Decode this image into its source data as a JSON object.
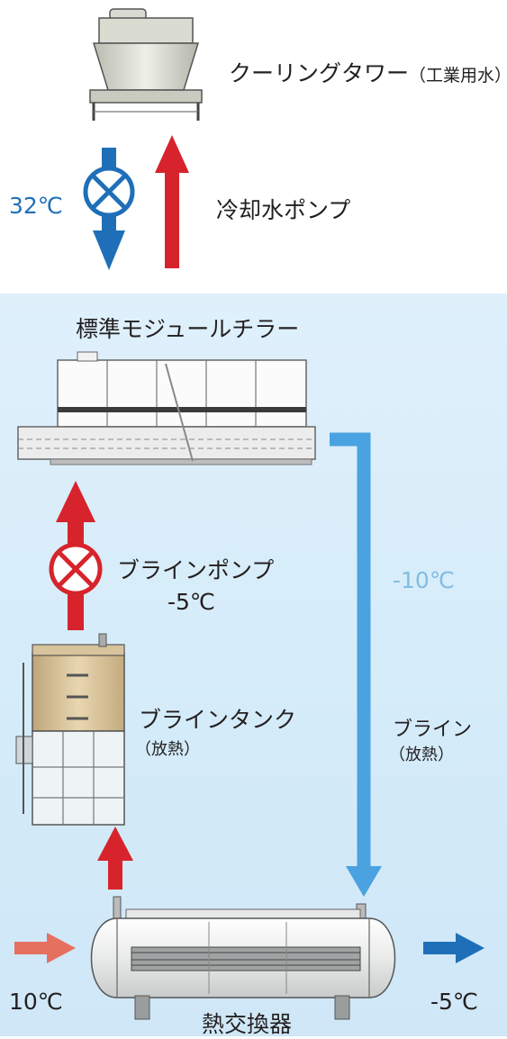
{
  "cooling_tower": {
    "label": "クーリングタワー",
    "sub_label": "（工業用水）"
  },
  "cooling_water": {
    "temp": "32℃",
    "pump_label": "冷却水ポンプ"
  },
  "chiller": {
    "label": "標準モジュールチラー"
  },
  "brine_pump": {
    "label": "ブラインポンプ",
    "temp": "-5℃"
  },
  "brine_tank": {
    "label": "ブラインタンク",
    "sub_label": "（放熱）"
  },
  "brine_line": {
    "temp": "-10℃",
    "label": "ブライン",
    "sub_label": "（放熱）"
  },
  "heat_exchanger": {
    "label": "熱交換器",
    "inlet_temp": "10℃",
    "outlet_temp": "-5℃"
  },
  "colors": {
    "red_arrow": "#d7242c",
    "blue_arrow": "#1f6fb8",
    "light_blue_line": "#4aa3e0",
    "salmon_arrow": "#e6705f",
    "panel_bg": "#d8edfa"
  }
}
